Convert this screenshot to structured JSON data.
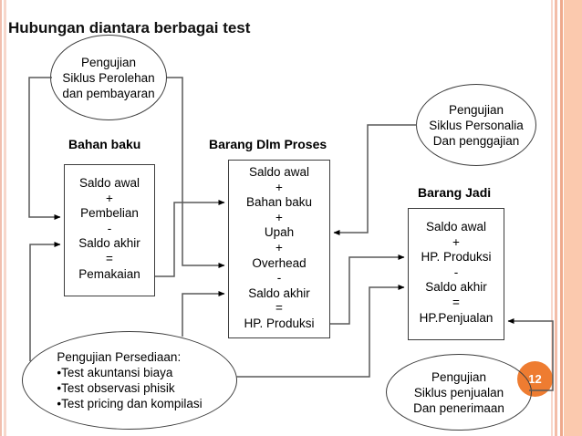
{
  "slide": {
    "title": "Hubungan diantara berbagai test",
    "page_number": "12"
  },
  "ellipses": {
    "acquisition_payment": {
      "text": "Pengujian\nSiklus Perolehan\ndan pembayaran"
    },
    "personnel_payroll": {
      "text": "Pengujian\nSiklus Personalia\nDan penggajian"
    },
    "inventory_tests": {
      "text": "Pengujian Persediaan:\n•Test akuntansi biaya\n•Test observasi phisik\n•Test pricing dan kompilasi"
    },
    "sales_collection": {
      "text": "Pengujian\nSiklus penjualan\nDan penerimaan"
    }
  },
  "boxes": {
    "bahan_baku": {
      "label": "Bahan baku",
      "text": "Saldo awal\n+\nPembelian\n-\nSaldo akhir\n=\nPemakaian"
    },
    "barang_dlm_proses": {
      "label": "Barang Dlm Proses",
      "text": "Saldo awal\n+\nBahan baku\n+\nUpah\n+\nOverhead\n-\nSaldo akhir\n=\nHP. Produksi"
    },
    "barang_jadi": {
      "label": "Barang Jadi",
      "text": "Saldo awal\n+\nHP. Produksi\n-\nSaldo akhir\n=\nHP.Penjualan"
    }
  },
  "colors": {
    "accent_orange": "#ee7c31",
    "stripe_peach": "#fbc9ae",
    "stripe_salmon": "#efa98c",
    "stripe_pink": "#f3bda8",
    "shape_outline": "#3d3d3d",
    "connector_gray": "#595959"
  }
}
